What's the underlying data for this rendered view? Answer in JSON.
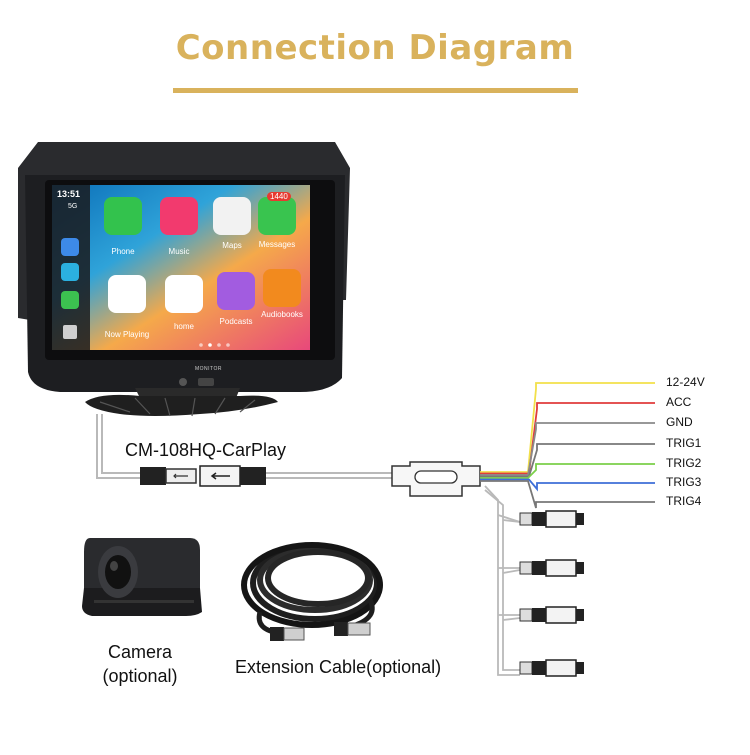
{
  "title": "Connection Diagram",
  "model": "CM-108HQ-CarPlay",
  "camera_label": [
    "Camera",
    "(optional)"
  ],
  "extension_label": "Extension Cable(optional)",
  "wires": [
    {
      "label": "12-24V",
      "color": "#f2e04a"
    },
    {
      "label": "ACC",
      "color": "#e03b3b"
    },
    {
      "label": "GND",
      "color": "#8a8a8a"
    },
    {
      "label": "TRIG1",
      "color": "#777777"
    },
    {
      "label": "TRIG2",
      "color": "#7bcf4a"
    },
    {
      "label": "TRIG3",
      "color": "#3e6fd8"
    },
    {
      "label": "TRIG4",
      "color": "#777777"
    }
  ],
  "screen": {
    "time": "13:51",
    "network": "5G",
    "badge": "1440",
    "monitor_text": "MONITOR",
    "apps": [
      "Phone",
      "Music",
      "Maps",
      "Messages",
      "Now Playing",
      "home",
      "Podcasts",
      "Audiobooks"
    ]
  },
  "colors": {
    "accent": "#d9b25c"
  }
}
